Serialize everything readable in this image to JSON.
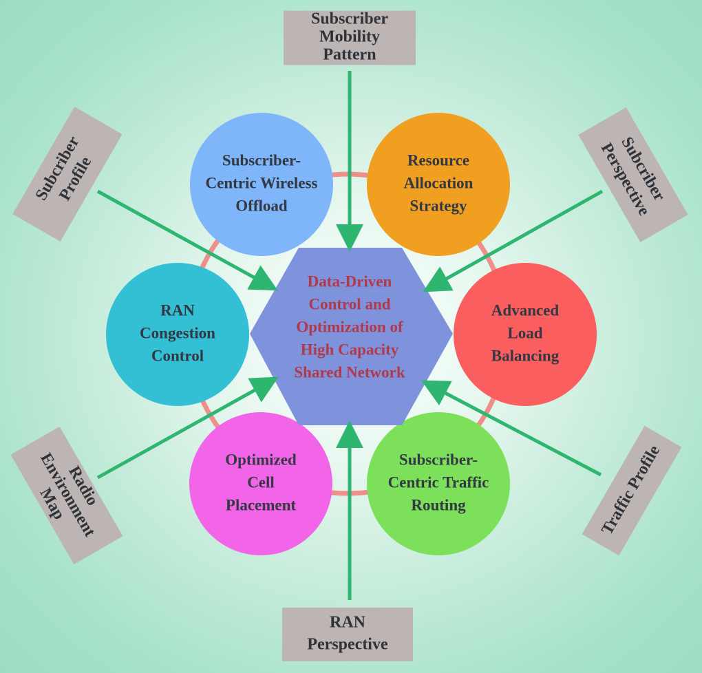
{
  "center": {
    "lines": [
      "Data-Driven",
      "Control and",
      "Optimization of",
      "High Capacity",
      "Shared Network"
    ],
    "fill": "#7f92dc",
    "text_color": "#b13a4a"
  },
  "circles": [
    {
      "id": "subscriber-centric-wireless-offload",
      "lines": [
        "Subscriber-",
        "Centric Wireless",
        "Offload"
      ],
      "color": "#7fb5f9"
    },
    {
      "id": "resource-allocation-strategy",
      "lines": [
        "Resource",
        "Allocation",
        "Strategy"
      ],
      "color": "#f09f20"
    },
    {
      "id": "advanced-load-balancing",
      "lines": [
        "Advanced",
        "Load",
        "Balancing"
      ],
      "color": "#fb5e5e"
    },
    {
      "id": "subscriber-centric-traffic-routing",
      "lines": [
        "Subscriber-",
        "Centric Traffic",
        "Routing"
      ],
      "color": "#7ce05a"
    },
    {
      "id": "optimized-cell-placement",
      "lines": [
        "Optimized",
        "Cell",
        "Placement"
      ],
      "color": "#f265e8"
    },
    {
      "id": "ran-congestion-control",
      "lines": [
        "RAN",
        "Congestion",
        "Control"
      ],
      "color": "#34c0d4"
    }
  ],
  "inputs": [
    {
      "id": "subscriber-mobility-pattern",
      "lines": [
        "Subscriber",
        "Mobility",
        "Pattern"
      ]
    },
    {
      "id": "subscriber-perspective",
      "lines": [
        "Subcriber",
        "Perspective"
      ]
    },
    {
      "id": "traffic-profile",
      "lines": [
        "Traffic Profile"
      ]
    },
    {
      "id": "ran-perspective",
      "lines": [
        "RAN",
        "Perspective"
      ]
    },
    {
      "id": "radio-environment-map",
      "lines": [
        "Radio",
        "Environment",
        "Map"
      ]
    },
    {
      "id": "subscriber-profile",
      "lines": [
        "Subcriber",
        "Profile"
      ]
    }
  ],
  "colors": {
    "arrow": "#2eb671",
    "ring": "#ee8f8a",
    "box_fill": "#bcb5b3",
    "box_text": "#2f3238",
    "circle_text": "#333842"
  }
}
